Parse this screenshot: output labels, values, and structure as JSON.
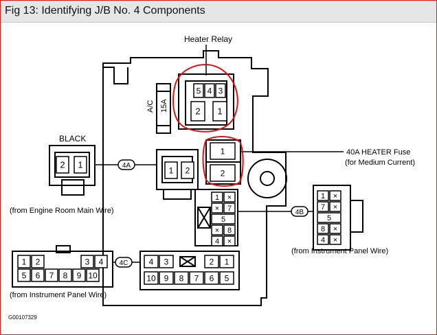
{
  "title": "Fig 13: Identifying J/B No. 4 Components",
  "labels": {
    "heater_relay": "Heater Relay",
    "black": "BLACK",
    "fuse_ac": "A/C",
    "fuse_15a": "15A",
    "heater_fuse": "40A HEATER Fuse",
    "heater_fuse_sub": "(for Medium Current)",
    "from_engine": "(from Engine Room Main Wire)",
    "from_panel_left": "(from Instrument Panel Wire)",
    "from_panel_right": "(from Instrument Panel Wire)",
    "part_code": "G00107329"
  },
  "connectors": {
    "c4a": "4A",
    "c4b": "4B",
    "c4c": "4C"
  },
  "pins": {
    "relay_top": [
      "5",
      "4",
      "3"
    ],
    "relay_bottom": [
      "2",
      "1"
    ],
    "heater_fuse": [
      "1",
      "2"
    ],
    "black_conn": [
      "2",
      "1"
    ],
    "c4a_socket": [
      "1",
      "2"
    ],
    "c4b_socket": [
      "1",
      "×",
      "×",
      "7",
      "5",
      "×",
      "8",
      "4",
      "×"
    ],
    "c4b_plug": [
      "1",
      "×",
      "7",
      "×",
      "5",
      "8",
      "×",
      "4",
      "×"
    ],
    "c4c_top": [
      "4",
      "3",
      "2",
      "1"
    ],
    "c4c_bottom": [
      "10",
      "9",
      "8",
      "7",
      "6",
      "5"
    ],
    "left_top": [
      "1",
      "2",
      "3",
      "4"
    ],
    "left_bottom": [
      "5",
      "6",
      "7",
      "8",
      "9",
      "10"
    ]
  },
  "colors": {
    "highlight": "#e01010",
    "line": "#000000",
    "frame": "#d22020",
    "titlebar": "#e6e6e6"
  }
}
